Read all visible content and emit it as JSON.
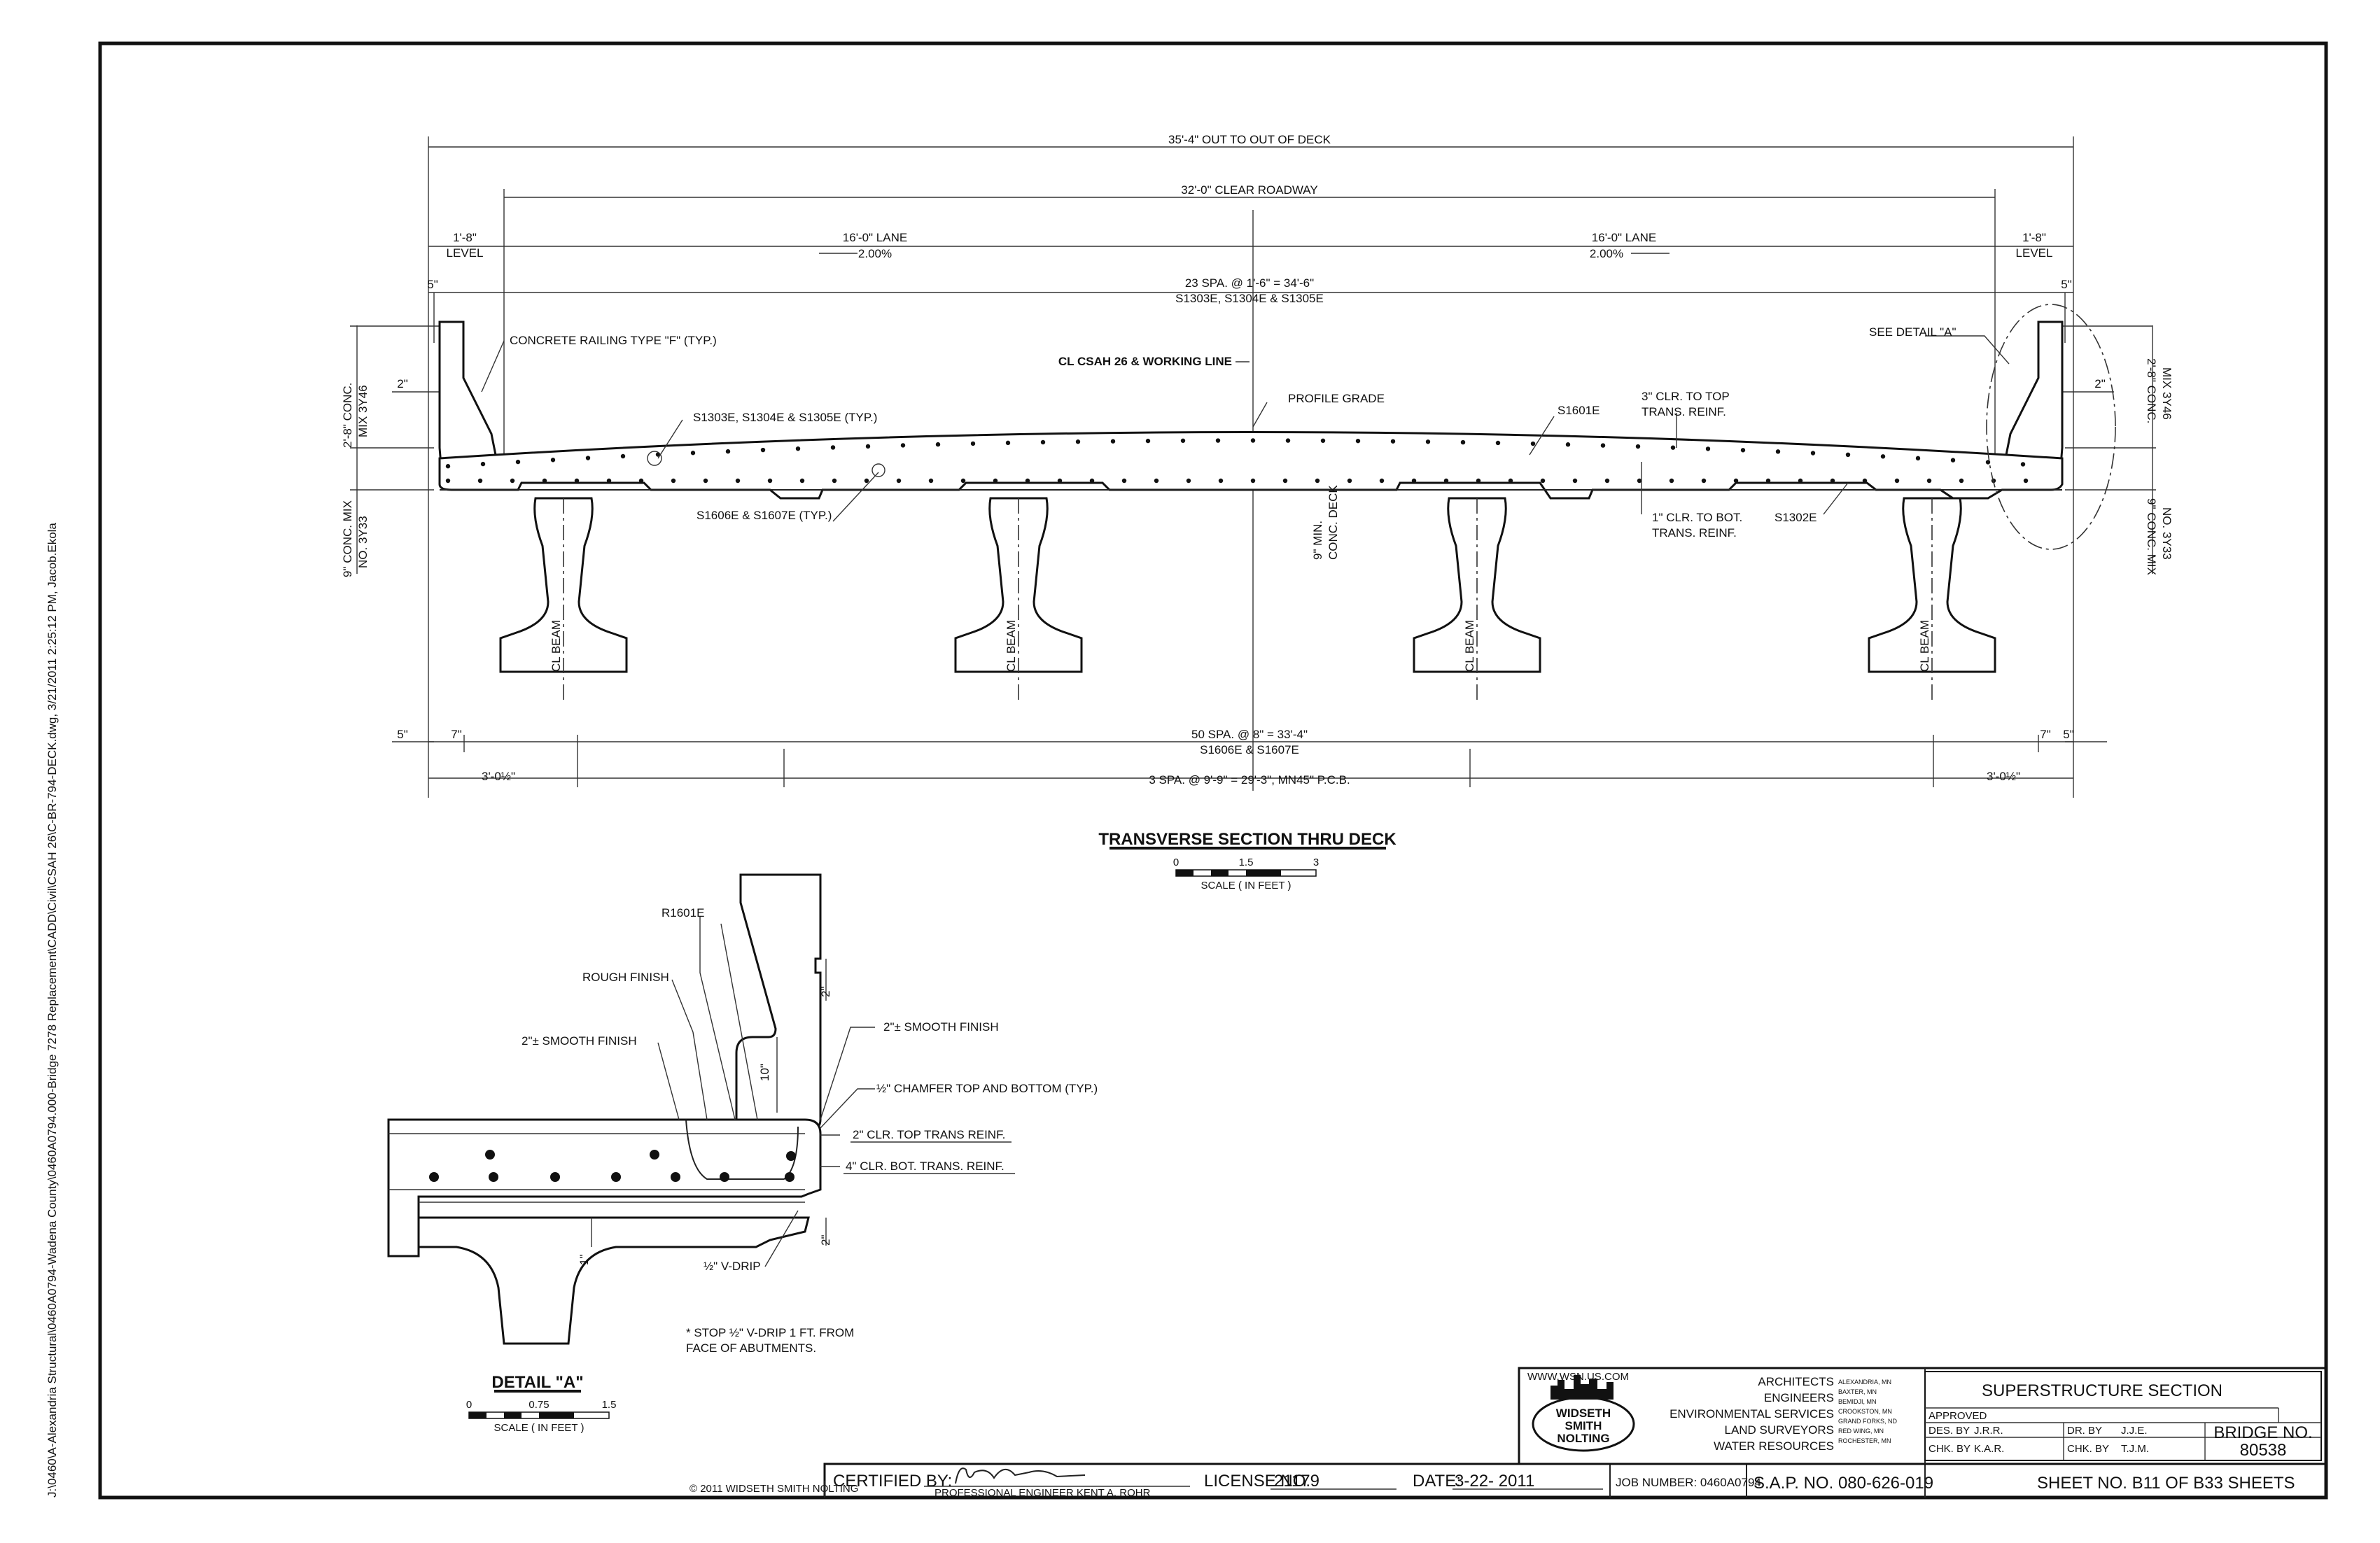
{
  "side_path": "J:\\0460\\A-Alexandria Structural\\0460A0794-Wadena County\\0460A0794.000-Bridge 7278 Replacement\\CADD\\Civil\\CSAH 26\\C-BR-794-DECK.dwg, 3/21/2011 2:25:12 PM, Jacob.Ekola",
  "section": {
    "dim_out_to_out": "35'-4\" OUT TO OUT OF DECK",
    "dim_clear_roadway": "32'-0\" CLEAR ROADWAY",
    "left_level": "1'-8\"",
    "left_level_label": "LEVEL",
    "right_level": "1'-8\"",
    "right_level_label": "LEVEL",
    "lane_left": "16'-0\" LANE",
    "lane_left_slope": "2.00%",
    "lane_right": "16'-0\" LANE",
    "lane_right_slope": "2.00%",
    "top_spacing": "23 SPA. @ 1'-6\" = 34'-6\"",
    "top_bars": "S1303E, S1304E & S1305E",
    "dim_5_tl": "5\"",
    "dim_5_tr": "5\"",
    "dim_2_l": "2\"",
    "dim_2_r": "2\"",
    "railing_note": "CONCRETE RAILING TYPE \"F\" (TYP.)",
    "csah_line": "CL CSAH 26 & WORKING LINE",
    "profile_grade": "PROFILE GRADE",
    "see_detail": "SEE DETAIL \"A\"",
    "s1601e": "S1601E",
    "clr_top": "3\" CLR. TO TOP",
    "clr_top2": "TRANS. REINF.",
    "bars_typ": "S1303E, S1304E & S1305E (TYP.)",
    "bars_bot_typ": "S1606E & S1607E (TYP.)",
    "min_deck": "9\" MIN.",
    "min_deck2": "CONC. DECK",
    "clr_bot": "1\" CLR. TO BOT.",
    "clr_bot2": "TRANS. REINF.",
    "s1302e": "S1302E",
    "conc_left_top": "2'-8\" CONC.",
    "conc_left_top2": "MIX 3Y46",
    "conc_left_bot": "9\" CONC. MIX",
    "conc_left_bot2": "NO. 3Y33",
    "conc_right_top": "2'-8\" CONC.",
    "conc_right_top2": "MIX 3Y46",
    "conc_right_bot": "9\" CONC. MIX",
    "conc_right_bot2": "NO. 3Y33",
    "cl_beam": "CL BEAM",
    "dim_5_bl": "5\"",
    "dim_7_l": "7\"",
    "dim_7_r": "7\"",
    "dim_5_br": "5\"",
    "bot_spacing": "50 SPA. @ 8\" = 33'-4\"",
    "bot_bars": "S1606E & S1607E",
    "overhang_l": "3'-0½\"",
    "overhang_r": "3'-0½\"",
    "beam_spacing": "3 SPA. @ 9'-9\" = 29'-3\", MN45\" P.C.B.",
    "title": "TRANSVERSE SECTION THRU DECK",
    "scale_ticks": [
      "0",
      "1.5",
      "3"
    ],
    "scale_label": "SCALE ( IN FEET )"
  },
  "detail": {
    "r1601e": "R1601E",
    "rough_finish": "ROUGH FINISH",
    "smooth_left": "2\"± SMOOTH FINISH",
    "smooth_right": "2\"± SMOOTH FINISH",
    "chamfer": "½\" CHAMFER TOP AND BOTTOM (TYP.)",
    "clr_top": "2\" CLR. TOP TRANS REINF.",
    "clr_bot": "4\" CLR. BOT. TRANS. REINF.",
    "dim_10": "10\"",
    "dim_2a": "2\"",
    "dim_2b": "2\"",
    "dim_1": "1\"",
    "vdrip": "½\" V-DRIP",
    "note1": "* STOP ½\" V-DRIP 1 FT. FROM",
    "note2": "FACE OF ABUTMENTS.",
    "title": "DETAIL \"A\"",
    "scale_ticks": [
      "0",
      "0.75",
      "1.5"
    ],
    "scale_label": "SCALE ( IN FEET )"
  },
  "titleblock": {
    "copyright": "© 2011 WIDSETH SMITH NOLTING",
    "certified_by": "CERTIFIED BY:",
    "engineer": "PROFESSIONAL ENGINEER   KENT A. ROHR",
    "license_label": "LICENSE NO.",
    "license_no": "21179",
    "date_label": "DATE:",
    "date": "3-22- 2011",
    "job_number": "JOB NUMBER: 0460A0794",
    "sap": "S.A.P. NO. 080-626-019",
    "sheet": "SHEET NO. B11 OF B33  SHEETS",
    "firm_url": "WWW.WSN.US.COM",
    "firm_logo_1": "WIDSETH",
    "firm_logo_2": "SMITH",
    "firm_logo_3": "NOLTING",
    "services": [
      "ARCHITECTS",
      "ENGINEERS",
      "ENVIRONMENTAL SERVICES",
      "LAND SURVEYORS",
      "WATER RESOURCES"
    ],
    "offices": [
      "ALEXANDRIA, MN",
      "BAXTER, MN",
      "BEMIDJI, MN",
      "CROOKSTON, MN",
      "GRAND FORKS, ND",
      "RED WING, MN",
      "ROCHESTER, MN"
    ],
    "sheet_title": "SUPERSTRUCTURE SECTION",
    "approved": "APPROVED",
    "des_by": "DES. BY",
    "des_val": "J.R.R.",
    "dr_by": "DR. BY",
    "dr_val": "J.J.E.",
    "chk_by1": "CHK. BY",
    "chk_val1": "K.A.R.",
    "chk_by2": "CHK. BY",
    "chk_val2": "T.J.M.",
    "bridge_label": "BRIDGE NO.",
    "bridge_no": "80538"
  }
}
